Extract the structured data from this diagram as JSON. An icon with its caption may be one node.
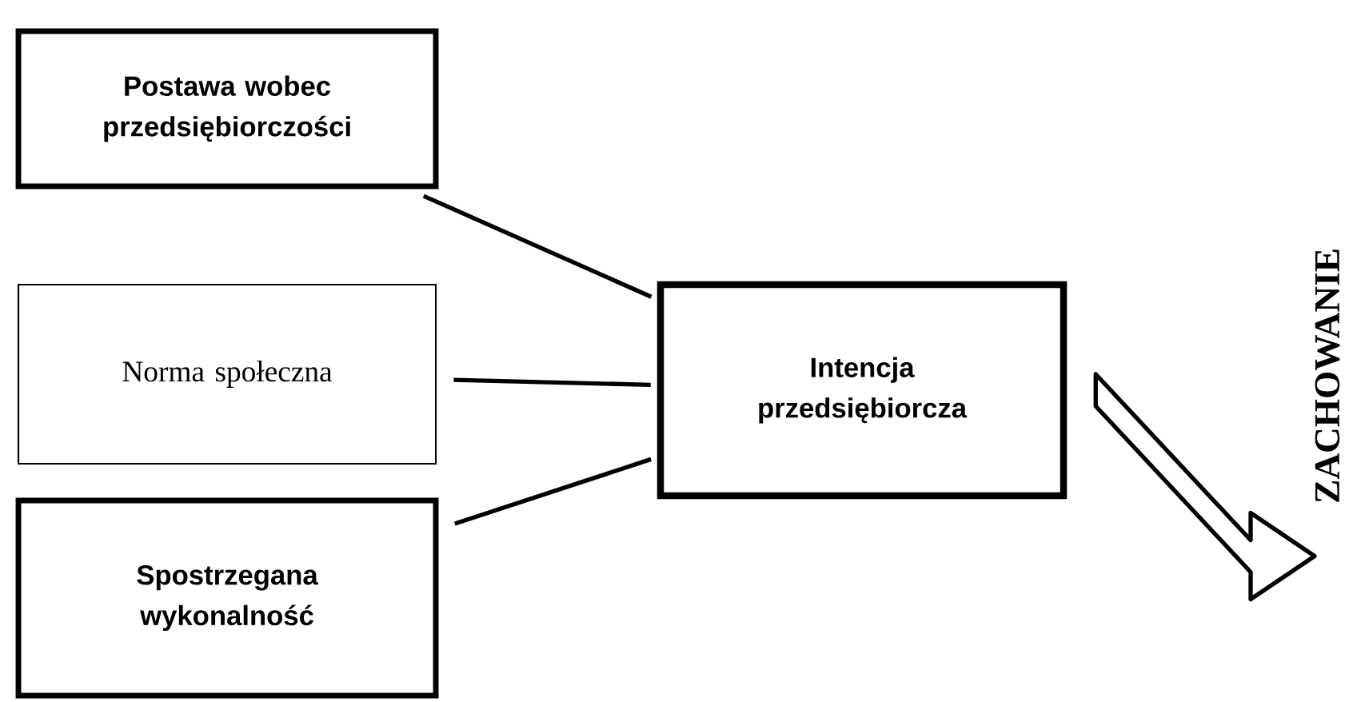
{
  "diagram": {
    "nodes": [
      {
        "text": [
          "Postawa wobec przedsiębiorczości"
        ]
      },
      {
        "text": [
          "Norma społeczna"
        ]
      },
      {
        "text": [
          "Spostrzegana wykonalność"
        ]
      },
      {
        "text": [
          "Intencja przedsiębiorcza"
        ]
      },
      {
        "text": [
          "ZACHOWANIE"
        ]
      }
    ],
    "edges": [
      {
        "from": 0,
        "to": 3,
        "arrow": "none"
      },
      {
        "from": 1,
        "to": 3,
        "arrow": "none"
      },
      {
        "from": 2,
        "to": 3,
        "arrow": "none"
      },
      {
        "from": 3,
        "to": 4,
        "arrow": "to",
        "style": "thick"
      }
    ]
  }
}
